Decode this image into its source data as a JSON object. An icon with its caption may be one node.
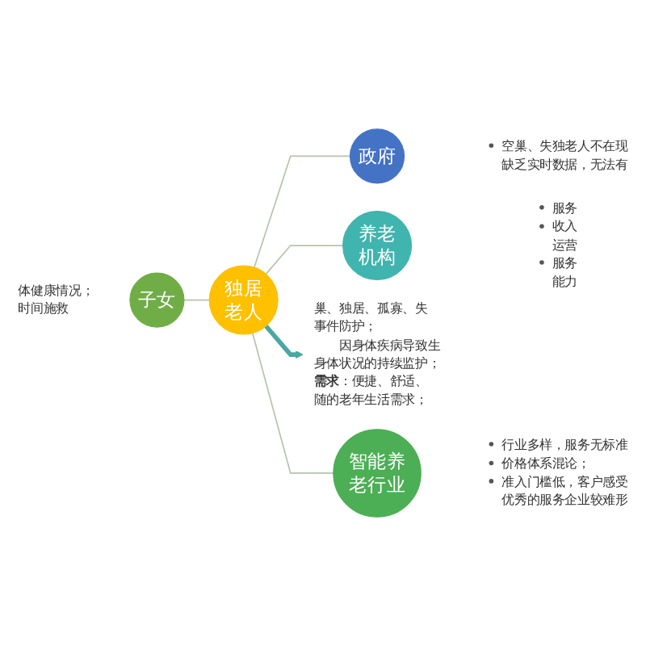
{
  "diagram": {
    "nodes": [
      {
        "text": [
          "政府"
        ],
        "beside": [
          "空巢、失独老人不在现",
          "缺乏实时数据，无法有"
        ]
      },
      {
        "text": [
          "子女"
        ],
        "beside": [
          "体健康情况；",
          "时间施救"
        ]
      },
      {
        "text": [
          "独居老人"
        ]
      },
      {
        "text": [
          "养老机构"
        ],
        "beside": [
          "服务",
          "收入",
          "运营",
          "服务",
          "能力"
        ]
      },
      {
        "text": [
          "巢、独居、孤寡、失",
          "事件防护；",
          "因身体疾病导致生",
          "身体状况的持续监护；",
          "**需求**：便捷、舒适、",
          "随的老年生活需求；"
        ]
      },
      {
        "text": [
          "智能养老行业"
        ],
        "beside": [
          "行业多样，服务无标准",
          "价格体系混论；",
          "准入门槛低，客户感受",
          "优秀的服务企业较难形"
        ]
      }
    ],
    "edges": [
      {
        "from": 2,
        "to": 0,
        "arrow": "none"
      },
      {
        "from": 1,
        "to": 2,
        "arrow": "none"
      },
      {
        "from": 2,
        "to": 3,
        "arrow": "none"
      },
      {
        "from": 2,
        "to": 4,
        "arrow": "to",
        "style": "thick",
        "color": "#4aa8a3"
      },
      {
        "from": 2,
        "to": 5,
        "arrow": "none"
      }
    ]
  }
}
